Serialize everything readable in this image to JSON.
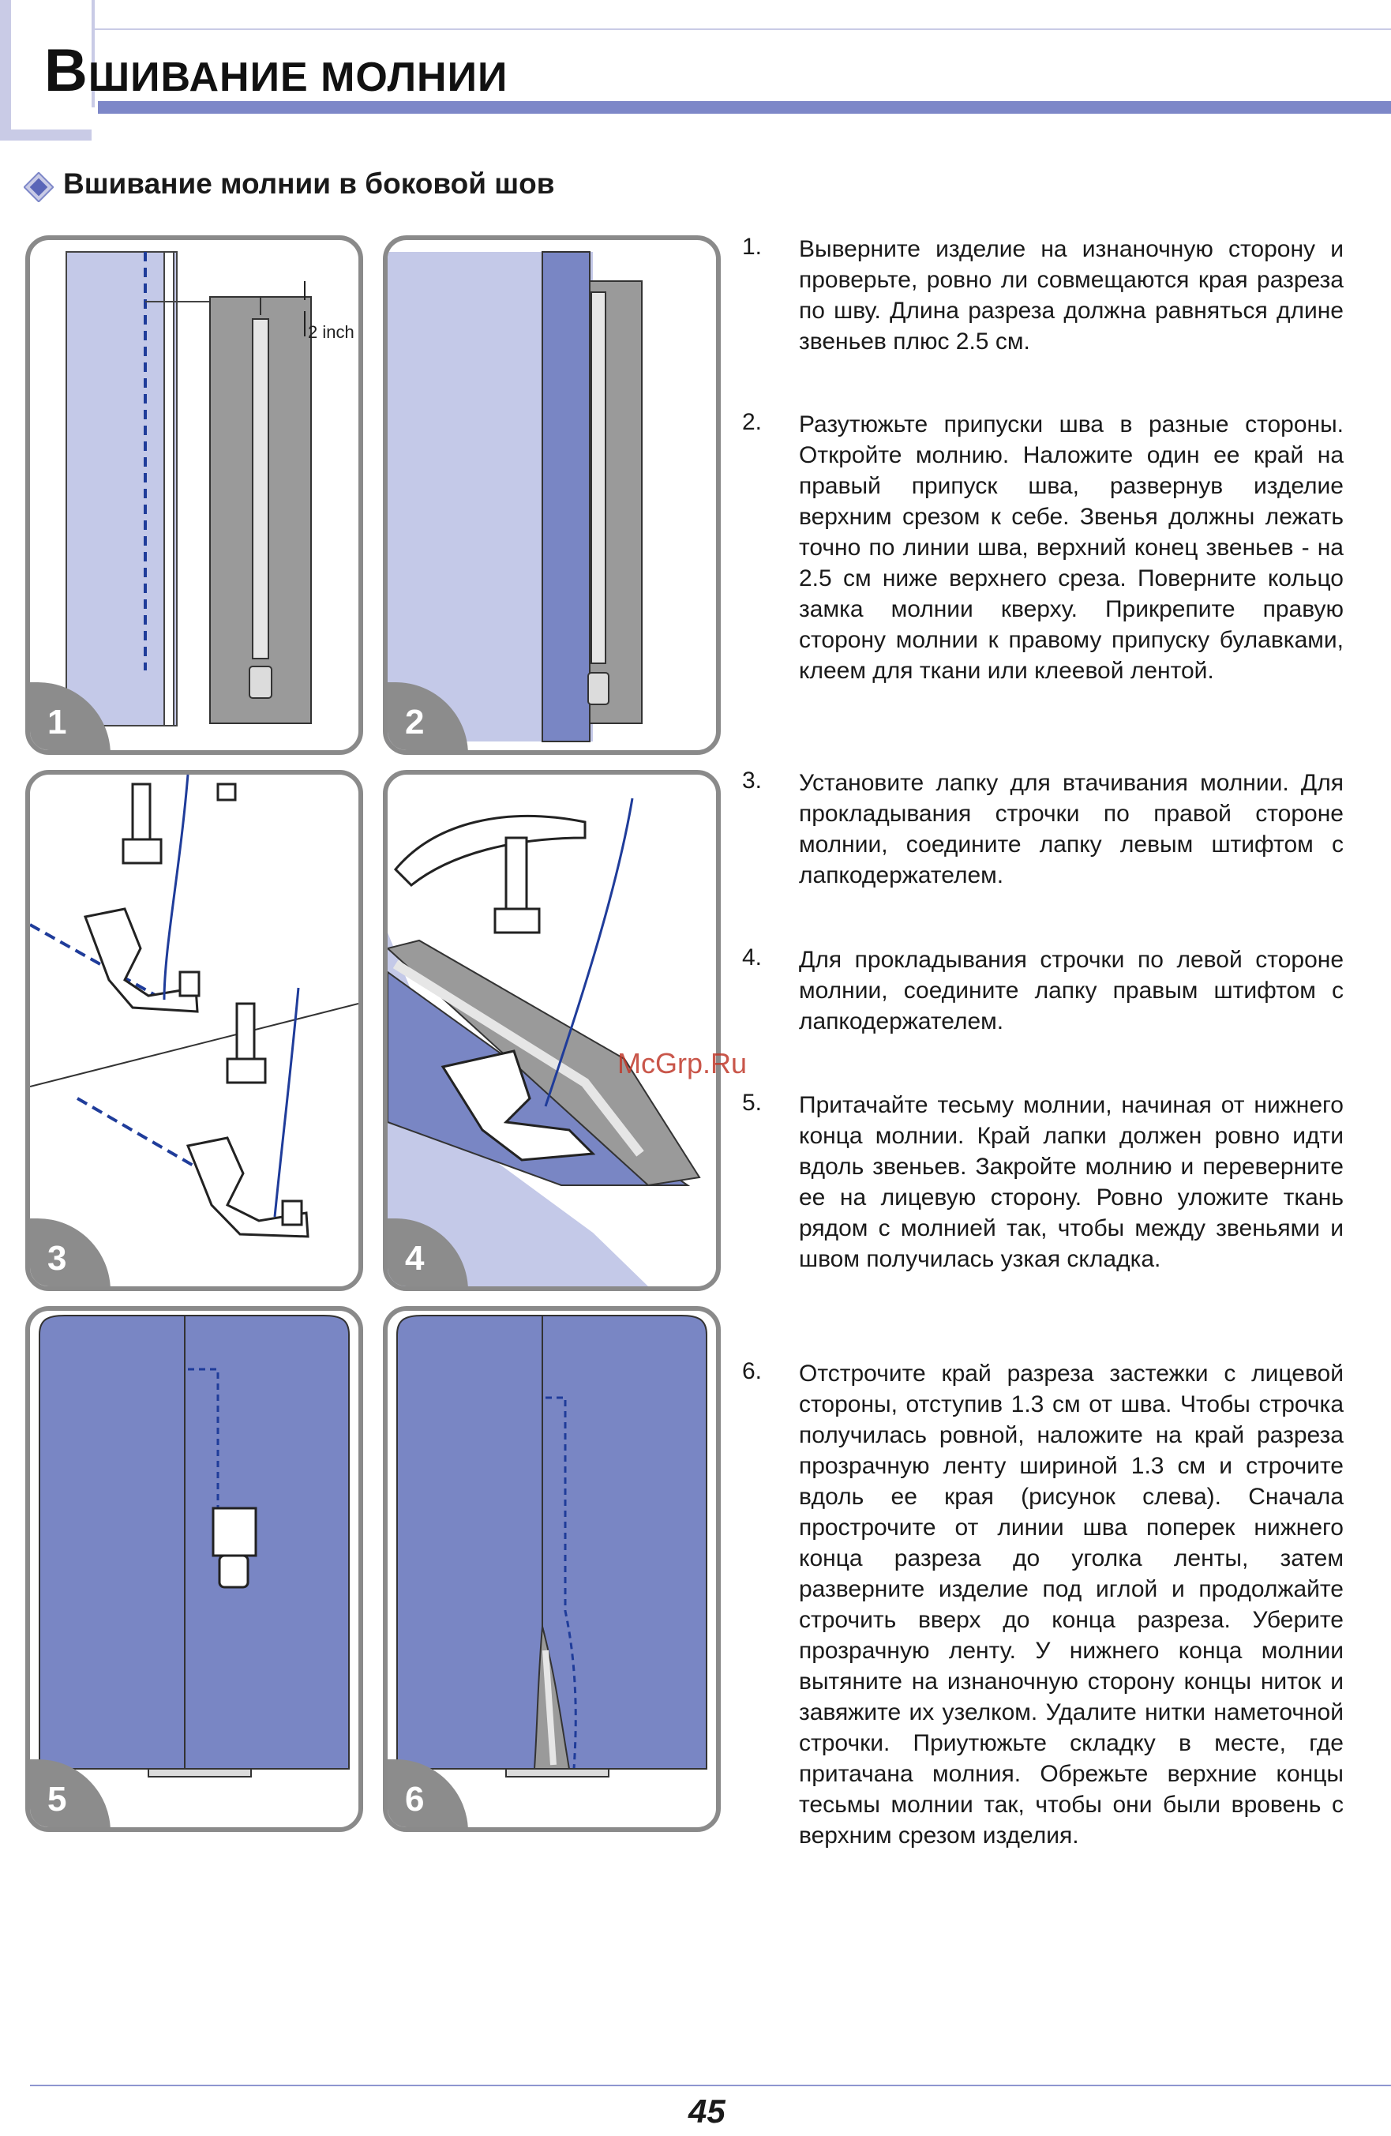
{
  "header": {
    "title_cap": "В",
    "title_rest": "ШИВАНИЕ МОЛНИИ"
  },
  "subtitle": "Вшивание молнии в боковой шов",
  "figures": [
    {
      "label": "1",
      "annotation": "2 inch"
    },
    {
      "label": "2"
    },
    {
      "label": "3"
    },
    {
      "label": "4"
    },
    {
      "label": "5"
    },
    {
      "label": "6"
    }
  ],
  "watermark": "McGrp.Ru",
  "steps": [
    {
      "num": "1.",
      "text": "Выверните изделие на изнаночную сторону и проверьте, ровно ли совмещаются края разреза по шву. Длина разреза должна равняться длине звеньев плюс 2.5 см."
    },
    {
      "num": "2.",
      "text": "Разутюжьте припуски шва в разные стороны. Откройте молнию. Наложите один ее край на правый припуск шва, развернув изделие верхним срезом к себе. Звенья должны лежать точно по линии шва, верхний конец звеньев - на 2.5 см ниже верхнего среза. Поверните кольцо замка молнии кверху. Прикрепите правую сторону молнии к правому припуску булавками, клеем для ткани или клеевой лентой."
    },
    {
      "num": "3.",
      "text": "Установите лапку для втачивания молнии. Для прокладывания строчки по правой стороне молнии, соедините лапку левым штифтом с лапкодержателем."
    },
    {
      "num": "4.",
      "text": "Для прокладывания строчки по левой стороне молнии, соедините лапку правым штифтом с лапкодержателем."
    },
    {
      "num": "5.",
      "text": "Притачайте тесьму молнии, начиная от нижнего конца молнии. Край лапки должен ровно идти вдоль звеньев. Закройте молнию и переверните ее на лицевую сторону. Ровно уложите ткань рядом с молнией так, чтобы между звеньями и швом получилась узкая складка."
    },
    {
      "num": "6.",
      "text": "Отстрочите край разреза застежки с лицевой стороны, отступив 1.3 см от шва. Чтобы строчка получилась ровной, наложите на край разреза прозрачную ленту шириной 1.3 см и строчите вдоль ее края (рисунок слева). Сначала прострочите от линии шва поперек нижнего конца разреза до уголка ленты, затем разверните изделие под иглой и продолжайте строчить вверх до конца разреза. Уберите прозрачную ленту. У нижнего конца молнии вытяните на изнаночную сторону концы ниток и завяжите их узелком. Удалите нитки наметочной строчки. Приутюжьте складку в месте, где притачана молния. Обрежьте верхние концы тесьмы молнии так, чтобы они были вровень с верхним срезом изделия."
    }
  ],
  "page_number": "45",
  "colors": {
    "accent_dark": "#7d87c8",
    "accent_light": "#c9cbe6",
    "fabric_dark": "#7986c4",
    "fabric_light": "#c4c9e8",
    "zipper_tape": "#9a9a9a",
    "thread": "#1f3c9a",
    "badge": "#8c8c8c"
  }
}
